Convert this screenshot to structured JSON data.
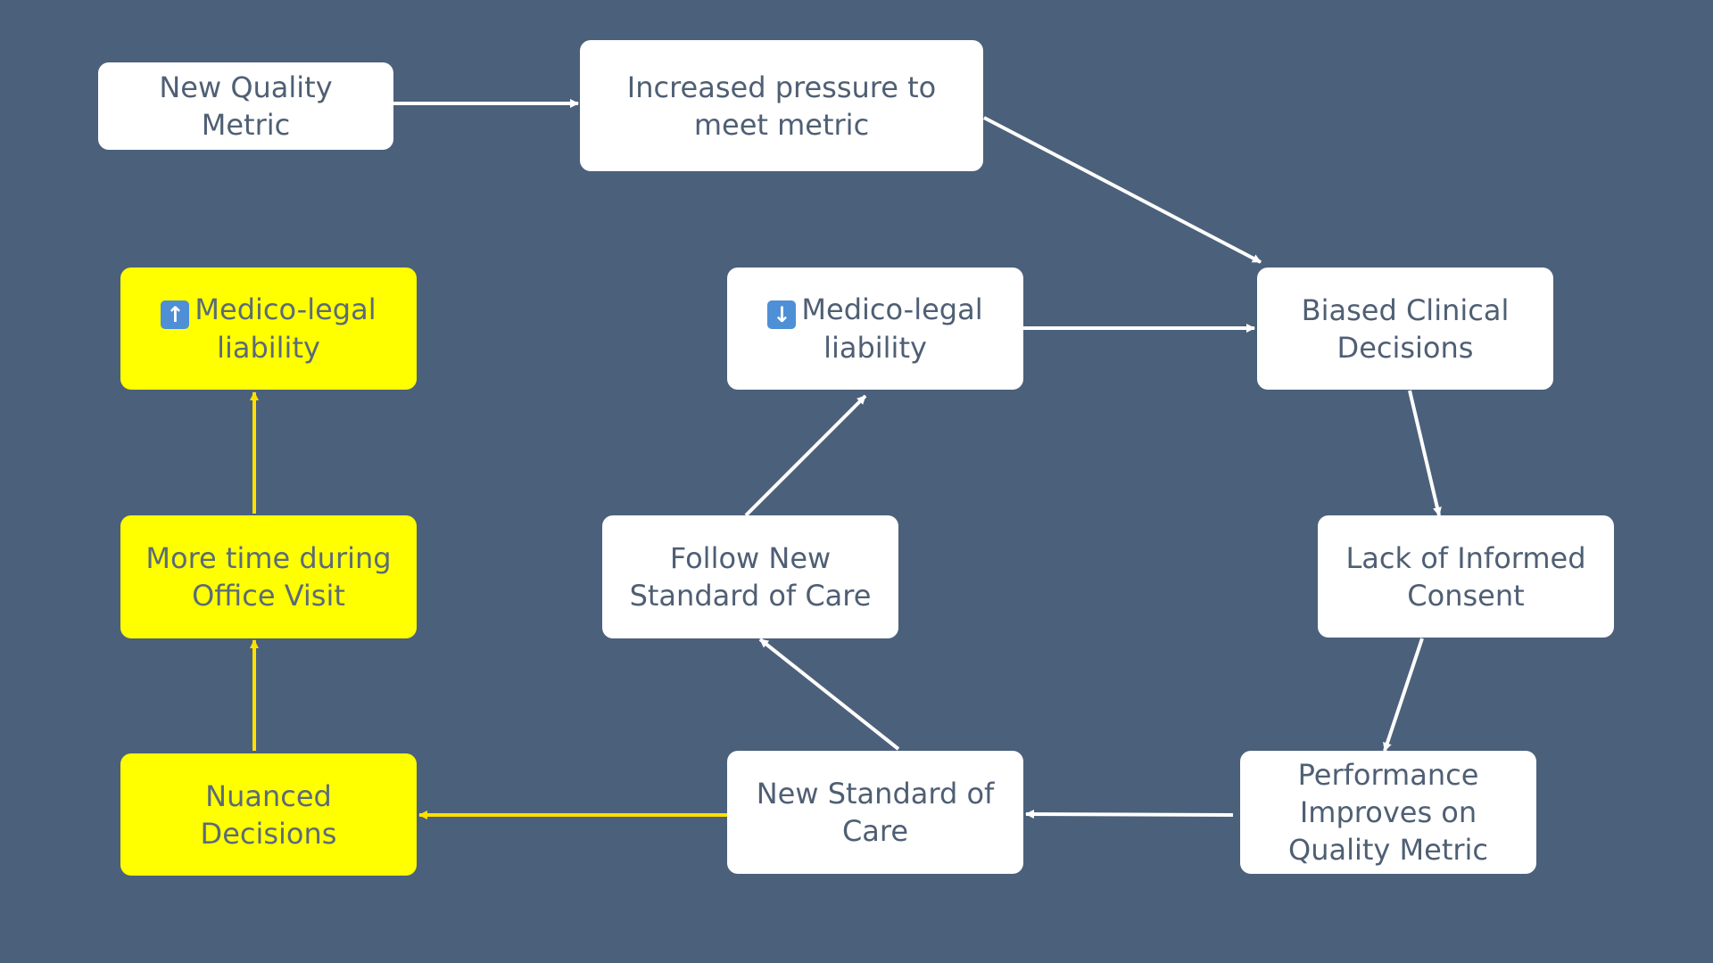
{
  "colors": {
    "background": "#4b607b",
    "node_fill": "#ffffff",
    "highlight_fill": "#ffff00",
    "arrow_white": "#ffffff",
    "arrow_yellow": "#ffe000",
    "text": "#4f5f74"
  },
  "nodes": {
    "new_quality_metric": "New Quality Metric",
    "increased_pressure": "Increased pressure to meet metric",
    "biased_decisions": "Biased Clinical Decisions",
    "lack_consent": "Lack of Informed Consent",
    "performance_improves": "Performance Improves on Quality Metric",
    "new_standard": "New Standard of Care",
    "follow_standard": "Follow New Standard of Care",
    "liability_down": "Medico-legal liability",
    "nuanced_decisions": "Nuanced Decisions",
    "more_time": "More time during Office Visit",
    "liability_up": "Medico-legal liability"
  },
  "icons": {
    "liability_down_icon": "down-arrow-icon",
    "liability_up_icon": "up-arrow-icon"
  }
}
